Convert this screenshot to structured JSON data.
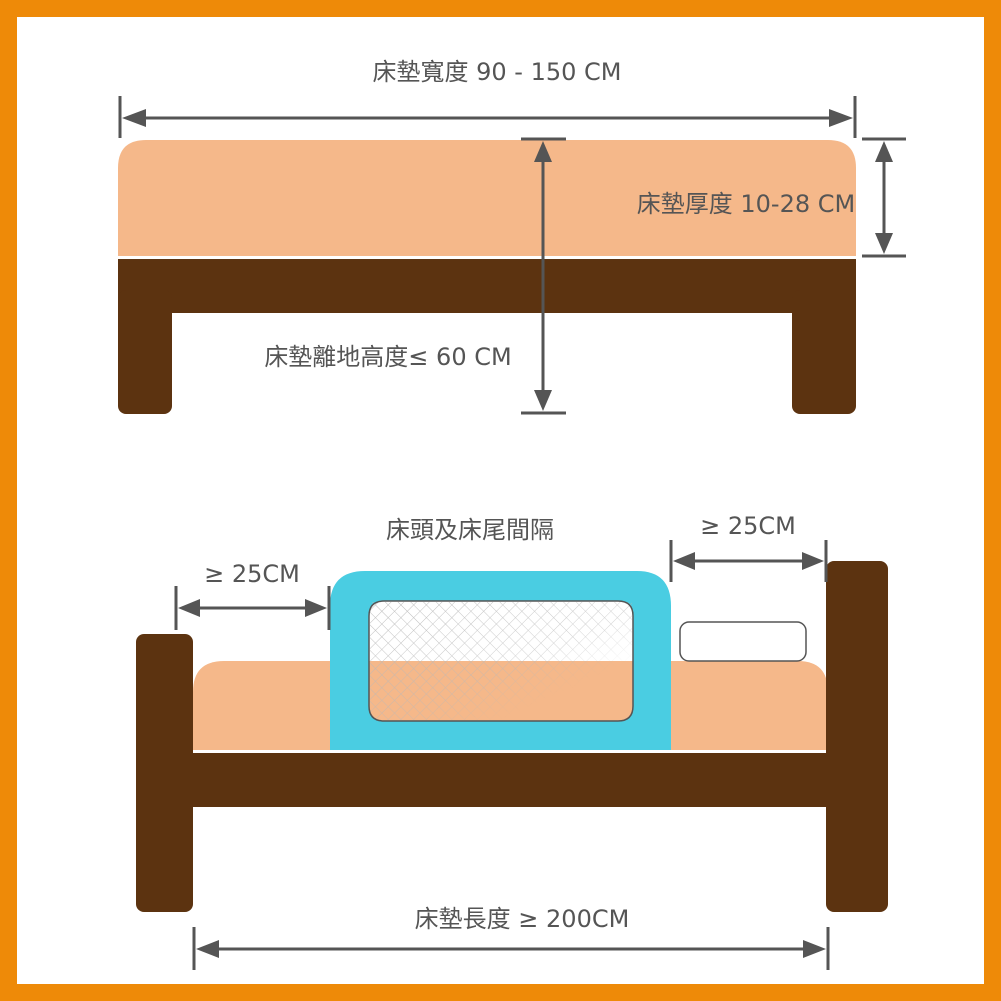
{
  "labels": {
    "width": "床墊寬度 90 - 150 CM",
    "thickness": "床墊厚度 10-28 CM",
    "height_from_floor": "床墊離地高度≤ 60 CM",
    "head_foot_gap": "床頭及床尾間隔",
    "gap_left": "≥ 25CM",
    "gap_right": "≥ 25CM",
    "length": "床墊長度 ≥ 200CM"
  },
  "colors": {
    "frame_border": "#EE8A08",
    "mattress": "#F5B88A",
    "wood": "#5C3310",
    "rail": "#4ACDE2",
    "arrow": "#555555",
    "label": "#555555",
    "background": "#FFFFFF"
  }
}
